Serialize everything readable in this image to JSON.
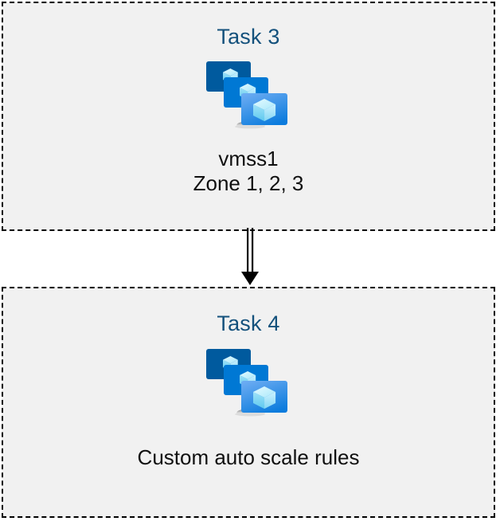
{
  "diagram": {
    "type": "flow",
    "background_color": "#ffffff",
    "box_fill_color": "#f1f1f1",
    "box_border_color": "#000000",
    "title_color": "#14517c",
    "caption_color": "#101010",
    "connector_color": "#000000",
    "nodes": [
      {
        "id": "task-3",
        "title": "Task 3",
        "icon": "vm-scale-set-icon",
        "caption_lines": [
          "vmss1",
          "Zone 1, 2, 3"
        ]
      },
      {
        "id": "task-4",
        "title": "Task 4",
        "icon": "vm-scale-set-icon",
        "caption_lines": [
          "Custom auto scale rules"
        ]
      }
    ],
    "edges": [
      {
        "id": "task3-to-task4",
        "from": "task-3",
        "to": "task-4",
        "style": "double-line",
        "arrowhead": "filled-triangle",
        "direction": "down"
      }
    ]
  },
  "icon_palette": {
    "screen_back": "#005a9e",
    "screen_middle": "#0078d4",
    "screen_front_top": "#5ea0ef",
    "screen_front_bottom": "#0f7fe0",
    "cube_light": "#c3f1ff",
    "cube_mid": "#9ee5fb",
    "cube_dark": "#50c5ef",
    "stand_dark": "#9a9a9a",
    "stand_light": "#e4e4e4"
  }
}
